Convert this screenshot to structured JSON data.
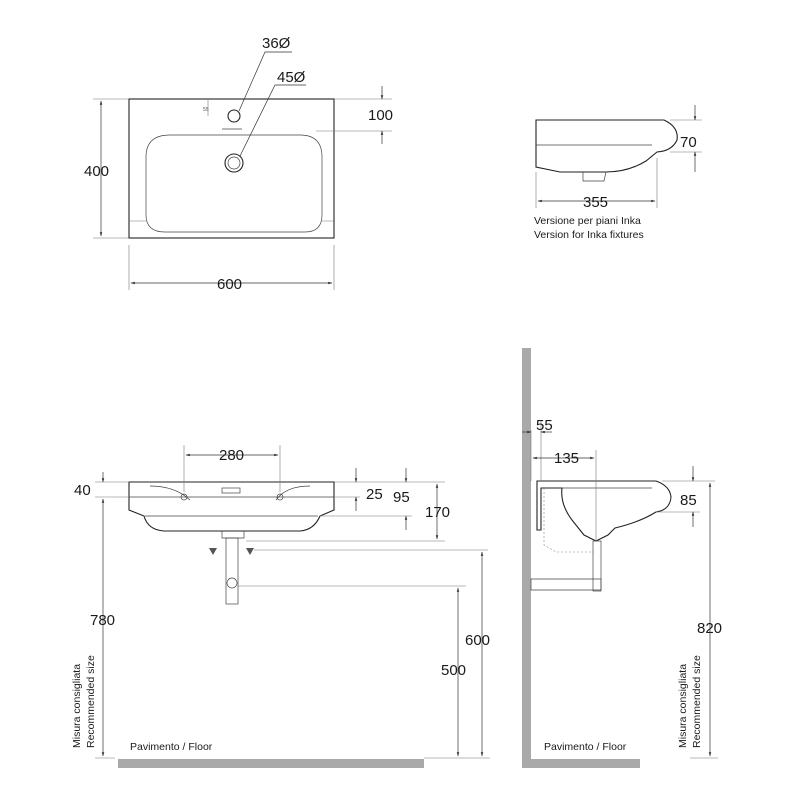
{
  "top_view": {
    "hole_36": "36Ø",
    "hole_45": "45Ø",
    "tap_offset": "55",
    "dim_back": "100",
    "dim_depth": "400",
    "dim_width": "600"
  },
  "side_view_small": {
    "dim_height": "70",
    "dim_depth": "355",
    "caption_it": "Versione per piani Inka",
    "caption_en": "Version for Inka fixtures"
  },
  "front_view": {
    "dim_holes": "280",
    "dim_rim": "40",
    "dim_25": "25",
    "dim_95": "95",
    "dim_170": "170",
    "dim_780": "780",
    "dim_600": "600",
    "dim_500": "500",
    "recommended_it": "Misura consigliata",
    "recommended_en": "Recommended size",
    "floor_label": "Pavimento / Floor"
  },
  "side_view_large": {
    "dim_55": "55",
    "dim_135": "135",
    "dim_85": "85",
    "dim_820": "820",
    "recommended_it": "Misura consigliata",
    "recommended_en": "Recommended size",
    "floor_label": "Pavimento / Floor"
  }
}
